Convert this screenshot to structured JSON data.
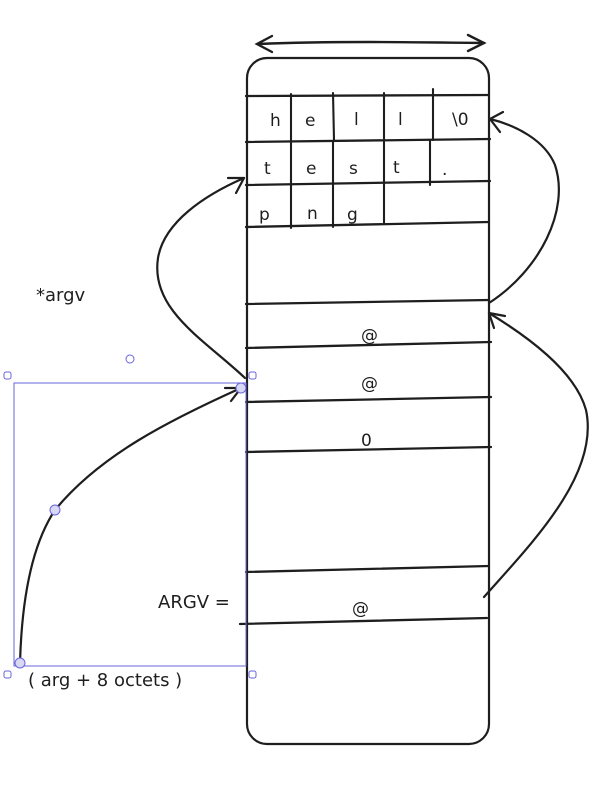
{
  "memory": {
    "string_rows": [
      [
        "h",
        "e",
        "l",
        "l",
        "\\0"
      ],
      [
        "t",
        "e",
        "s",
        "t",
        "."
      ],
      [
        "p",
        "n",
        "g"
      ]
    ],
    "pointer_slots": [
      "@",
      "@",
      "0"
    ],
    "argv_slot": "@"
  },
  "labels": {
    "argv_star": "*argv",
    "argv_eq": "ARGV =",
    "offset_note": "( arg + 8 octets )"
  },
  "colors": {
    "ink": "#1e1e1e",
    "selection": "#6965db",
    "background": "#ffffff"
  }
}
